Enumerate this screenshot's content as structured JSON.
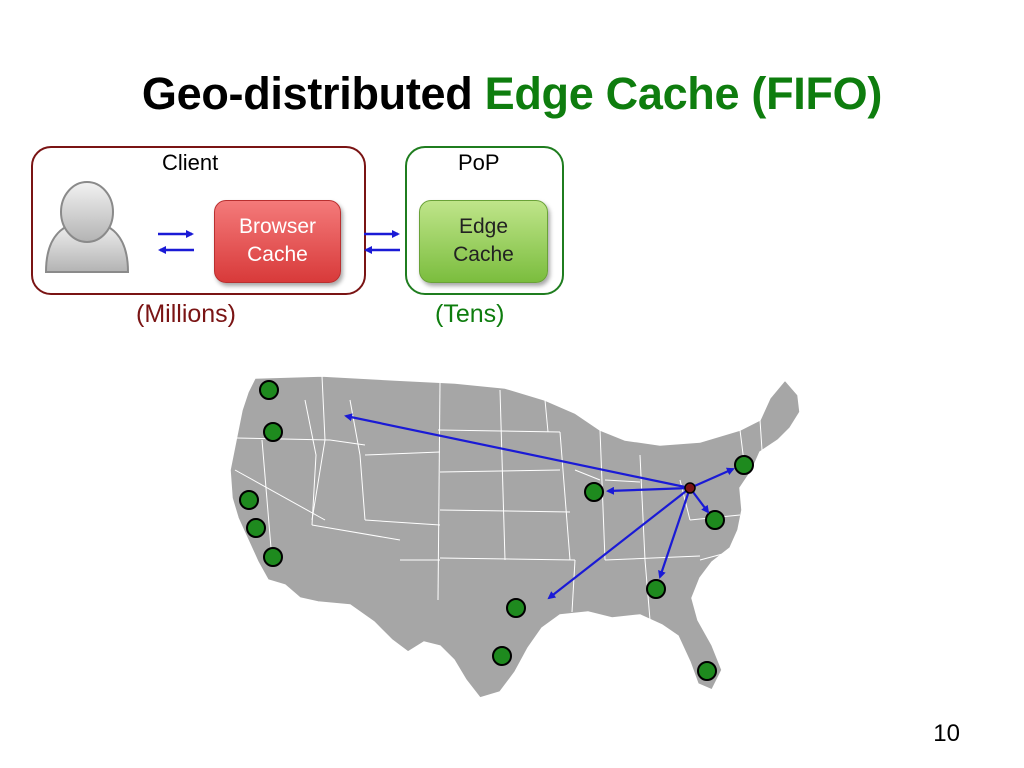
{
  "title": {
    "main": "Geo-distributed",
    "accent": "Edge Cache (FIFO)"
  },
  "client": {
    "label": "Client",
    "cache_line1": "Browser",
    "cache_line2": "Cache",
    "count": "(Millions)"
  },
  "pop": {
    "label": "PoP",
    "cache_line1": "Edge",
    "cache_line2": "Cache",
    "count": "(Tens)"
  },
  "colors": {
    "accent_green": "#0e7d0e",
    "client_red": "#7a1414",
    "arrow_blue": "#1a1ad6",
    "pop_dot": "#1e8a1e",
    "map_gray": "#a6a6a6"
  },
  "icons": [
    "user-avatar-icon",
    "exchange-arrows-icon"
  ],
  "page_number": "10"
}
